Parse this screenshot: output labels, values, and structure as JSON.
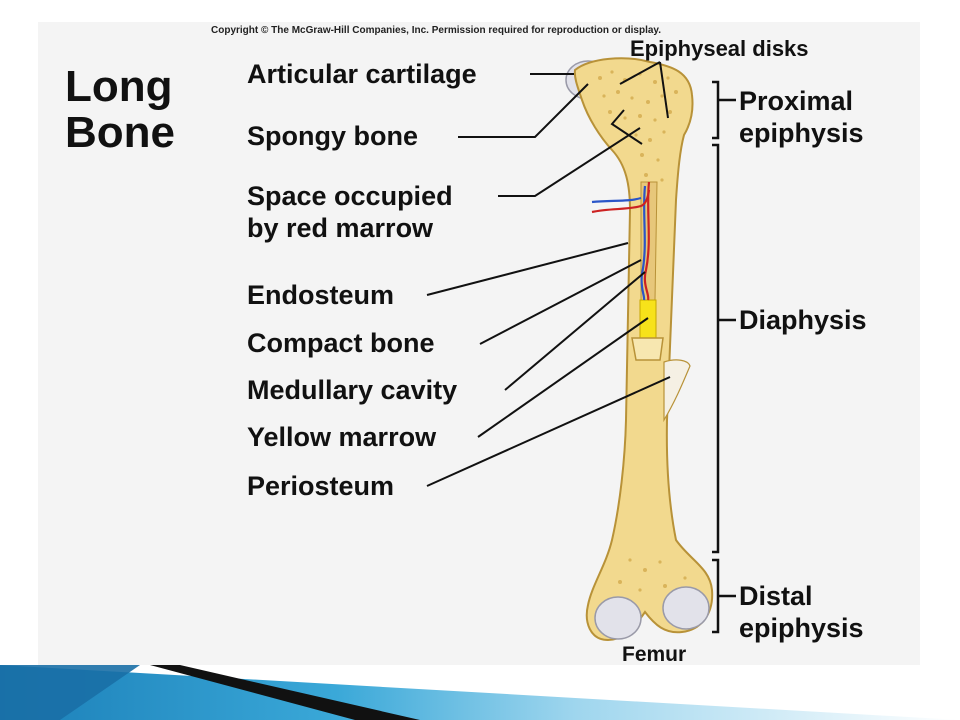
{
  "copyright": "Copyright © The McGraw-Hill Companies, Inc. Permission required for reproduction or display.",
  "title": {
    "line1": "Long",
    "line2": "Bone"
  },
  "labels": {
    "articular_cartilage": "Articular cartilage",
    "spongy_bone": "Spongy bone",
    "red_marrow_line1": "Space occupied",
    "red_marrow_line2": "by red marrow",
    "endosteum": "Endosteum",
    "compact_bone": "Compact bone",
    "medullary_cavity": "Medullary cavity",
    "yellow_marrow": "Yellow marrow",
    "periosteum": "Periosteum",
    "epiphyseal_disks": "Epiphyseal disks"
  },
  "regions": {
    "proximal_line1": "Proximal",
    "proximal_line2": "epiphysis",
    "diaphysis": "Diaphysis",
    "distal_line1": "Distal",
    "distal_line2": "epiphysis"
  },
  "caption": "Femur",
  "colors": {
    "bone": "#f2d98e",
    "bone_dark": "#d9b45a",
    "cartilage": "#e2e2ea",
    "yellow_marrow": "#f7e21a",
    "artery": "#cc2222",
    "vein": "#2a55c8",
    "accent_band": "#1f8fc7"
  }
}
